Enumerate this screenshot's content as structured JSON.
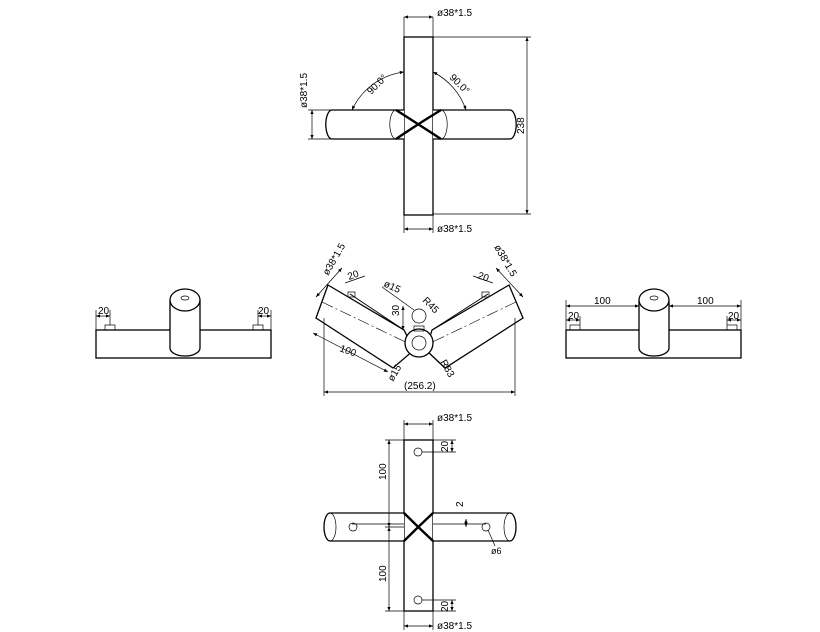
{
  "top_view": {
    "dim_top": "ø38*1.5",
    "dim_left": "ø38*1.5",
    "angle_left": "90.0°",
    "angle_right": "90.0°",
    "height": "238",
    "dim_bottom": "ø38*1.5"
  },
  "left_view": {
    "dim_left": "20",
    "dim_right": "20"
  },
  "front_view": {
    "dim_pipe_left": "ø38*1.5",
    "dim_pipe_right": "ø38*1.5",
    "dim_20_left": "20",
    "dim_20_right": "20",
    "hole_top": "ø15",
    "hole_bottom": "ø15",
    "offset_30": "30",
    "radius_small": "R45",
    "radius_large": "R83",
    "length_100": "100",
    "overall": "(256.2)"
  },
  "right_view": {
    "dim_100_left": "100",
    "dim_100_right": "100",
    "dim_20_left": "20",
    "dim_20_right": "20"
  },
  "bottom_view": {
    "dim_top": "ø38*1.5",
    "dim_20_top": "20",
    "dim_100_top": "100",
    "dim_2": "2",
    "hole": "ø6",
    "dim_100_bottom": "100",
    "dim_20_bottom": "20",
    "dim_bottom": "ø38*1.5"
  }
}
